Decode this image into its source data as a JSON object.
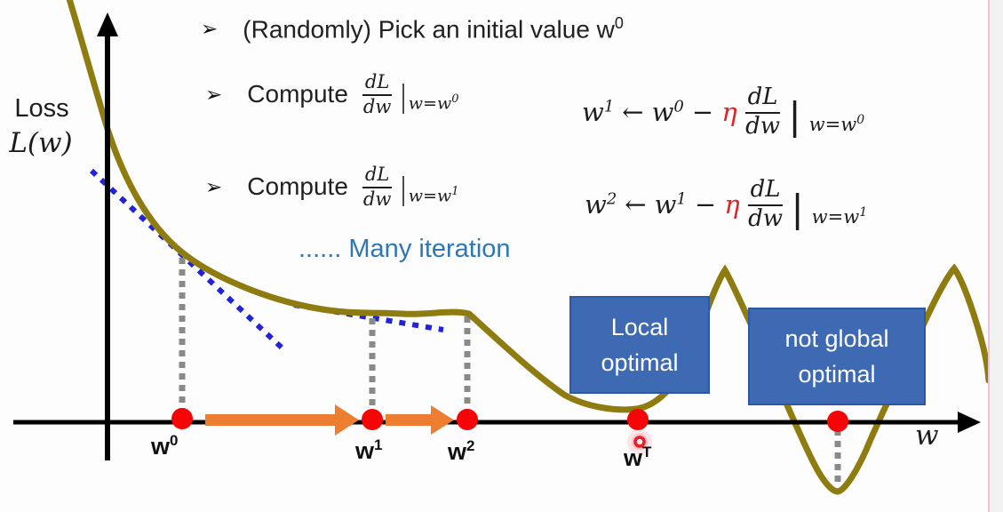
{
  "colors": {
    "curve": "#8e7c10",
    "tangent": "#2222d6",
    "guide": "#8a8a8a",
    "arrow": "#ED7D31",
    "point": "#f50505",
    "ring": "#ea1c24",
    "eta": "#e02425",
    "callout_bg": "#3e6ab4",
    "callout_border": "#2f57a8",
    "iteration_text": "#2e77b5",
    "axis": "#000000"
  },
  "axes": {
    "y_label_line1": "Loss",
    "y_label_line2": "L(w)",
    "x_label": "w"
  },
  "bullets": {
    "marker": "➢",
    "b1": {
      "text": "(Randomly) Pick an initial value w",
      "sup": "0"
    },
    "b2": {
      "prefix": "Compute",
      "num": "dL",
      "den": "dw",
      "pipe": "|",
      "sub_base": "w=w",
      "sub_sup": "0"
    },
    "b3": {
      "prefix": "Compute",
      "num": "dL",
      "den": "dw",
      "pipe": "|",
      "sub_base": "w=w",
      "sub_sup": "1"
    },
    "iteration": "...... Many iteration"
  },
  "formulas": {
    "f1": {
      "lhs_base": "w",
      "lhs_sup": "1",
      "assign": "←",
      "rhs_base": "w",
      "rhs_sup": "0",
      "minus": "−",
      "eta": "η",
      "num": "dL",
      "den": "dw",
      "pipe": "|",
      "sub_base": "w=w",
      "sub_sup": "0"
    },
    "f2": {
      "lhs_base": "w",
      "lhs_sup": "2",
      "assign": "←",
      "rhs_base": "w",
      "rhs_sup": "1",
      "minus": "−",
      "eta": "η",
      "num": "dL",
      "den": "dw",
      "pipe": "|",
      "sub_base": "w=w",
      "sub_sup": "1"
    }
  },
  "callouts": {
    "local": {
      "line1": "Local",
      "line2": "optimal"
    },
    "global": {
      "line1": "not global",
      "line2": "optimal"
    }
  },
  "points": {
    "w0": {
      "base": "w",
      "sup": "0"
    },
    "w1": {
      "base": "w",
      "sup": "1"
    },
    "w2": {
      "base": "w",
      "sup": "2"
    },
    "wT": {
      "base": "w",
      "sup": "T"
    }
  }
}
